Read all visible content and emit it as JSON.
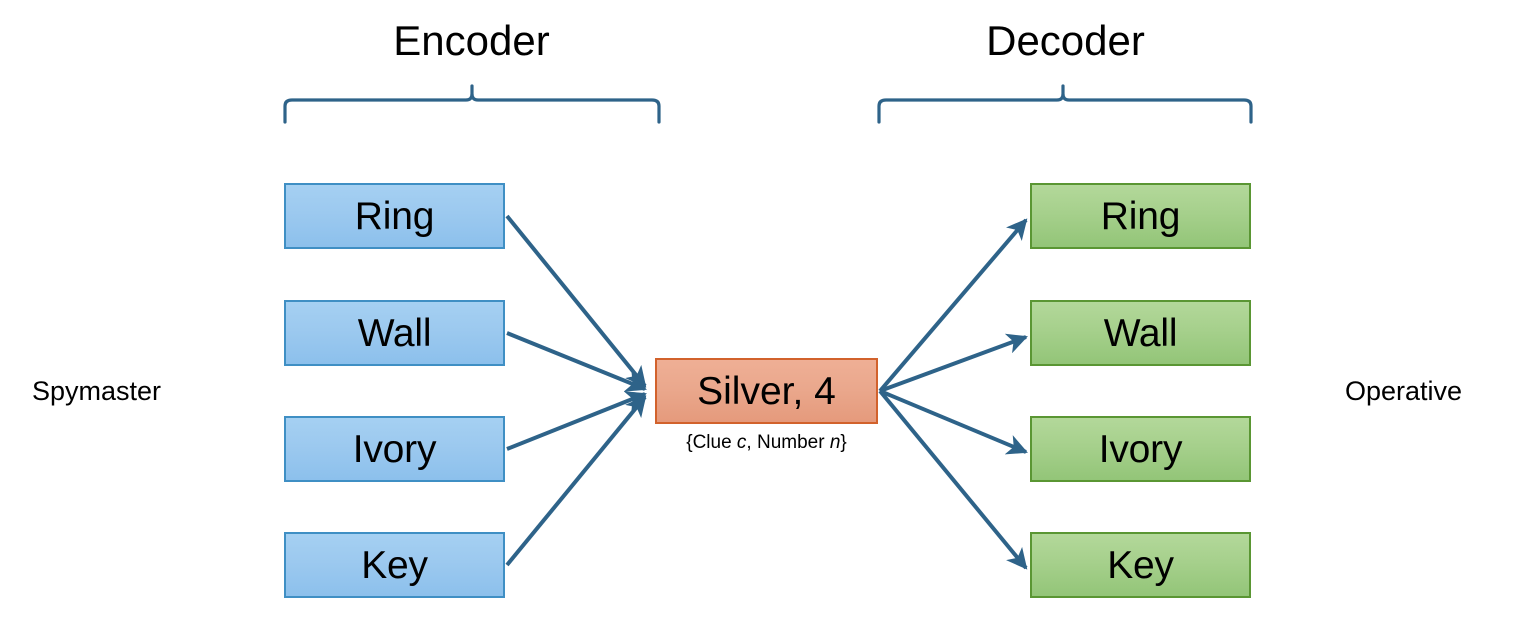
{
  "diagram": {
    "title": "Codenames encoder-decoder communication diagram",
    "colors": {
      "line": "#2e6389",
      "encoder_box_fill": "#9cc9ef",
      "encoder_box_border": "#3f8fc4",
      "decoder_box_fill": "#a6d08c",
      "decoder_box_border": "#5a9633",
      "clue_box_fill": "#eaa88d",
      "clue_box_border": "#d2622c",
      "text": "#000000",
      "background": "#ffffff"
    }
  },
  "groups": {
    "encoder": {
      "label": "Encoder"
    },
    "decoder": {
      "label": "Decoder"
    }
  },
  "roles": {
    "left": {
      "label": "Spymaster"
    },
    "right": {
      "label": "Operative"
    }
  },
  "encoder_words": [
    {
      "label": "Ring"
    },
    {
      "label": "Wall"
    },
    {
      "label": "Ivory"
    },
    {
      "label": "Key"
    }
  ],
  "decoder_words": [
    {
      "label": "Ring"
    },
    {
      "label": "Wall"
    },
    {
      "label": "Ivory"
    },
    {
      "label": "Key"
    }
  ],
  "clue": {
    "label": "Silver, 4",
    "word": "Silver",
    "number": "4",
    "caption_prefix": "{Clue ",
    "caption_var_c": "c",
    "caption_middle": ", Number ",
    "caption_var_n": "n",
    "caption_suffix": "}"
  }
}
